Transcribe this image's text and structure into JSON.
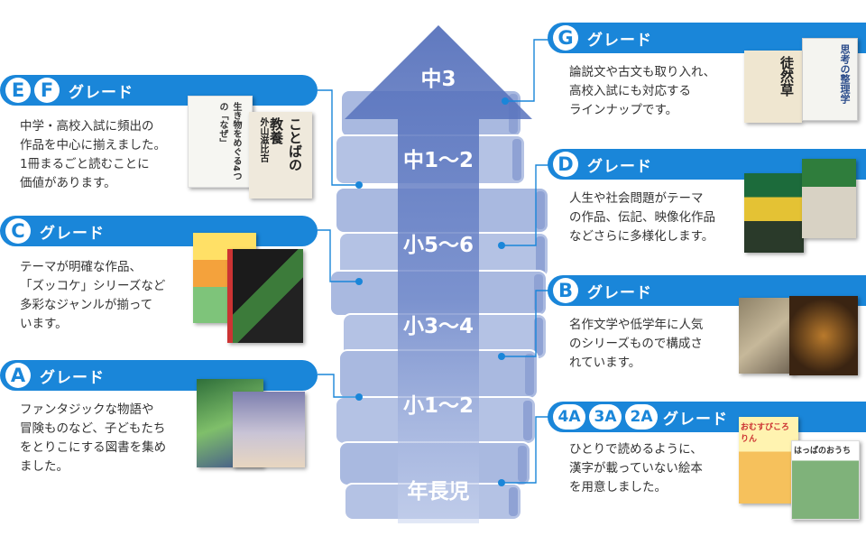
{
  "levels": [
    "中3",
    "中1〜2",
    "小5〜6",
    "小3〜4",
    "小1〜2",
    "年長児"
  ],
  "grades": {
    "ef": {
      "badges": [
        "E",
        "F"
      ],
      "label": "グレード",
      "desc": [
        "中学・高校入試に頻出の",
        "作品を中心に揃えました。",
        "1冊まるごと読むことに",
        "価値があります。"
      ],
      "book_titles": [
        "生き物をめぐる4つの「なぜ」",
        "ことばの教養",
        "外山滋比古"
      ]
    },
    "c": {
      "badges": [
        "C"
      ],
      "label": "グレード",
      "desc": [
        "テーマが明確な作品、",
        "「ズッコケ」シリーズなど",
        "多彩なジャンルが揃って",
        "います。"
      ]
    },
    "a": {
      "badges": [
        "A"
      ],
      "label": "グレード",
      "desc": [
        "ファンタジックな物語や",
        "冒険ものなど、子どもたち",
        "をとりこにする図書を集め",
        "ました。"
      ]
    },
    "g": {
      "badges": [
        "G"
      ],
      "label": "グレード",
      "desc": [
        "論説文や古文も取り入れ、",
        "高校入試にも対応する",
        "ラインナップです。"
      ],
      "book_titles": [
        "徒然草",
        "思考の整理学"
      ]
    },
    "d": {
      "badges": [
        "D"
      ],
      "label": "グレード",
      "desc": [
        "人生や社会問題がテーマ",
        "の作品、伝記、映像化作品",
        "などさらに多様化します。"
      ]
    },
    "b": {
      "badges": [
        "B"
      ],
      "label": "グレード",
      "desc": [
        "名作文学や低学年に人気",
        "のシリーズもので構成さ",
        "れています。"
      ]
    },
    "k": {
      "badges": [
        "4A",
        "3A",
        "2A"
      ],
      "label": "グレード",
      "desc": [
        "ひとりで読めるように、",
        "漢字が載っていない絵本",
        "を用意しました。"
      ],
      "book_titles": [
        "おむすびころりん",
        "はっぱのおうち"
      ]
    }
  },
  "colors": {
    "accent": "#1a86d9",
    "stack_light": "#b8c6e6",
    "stack_mid": "#8ea3d6",
    "arrow": "#5d77c0"
  }
}
